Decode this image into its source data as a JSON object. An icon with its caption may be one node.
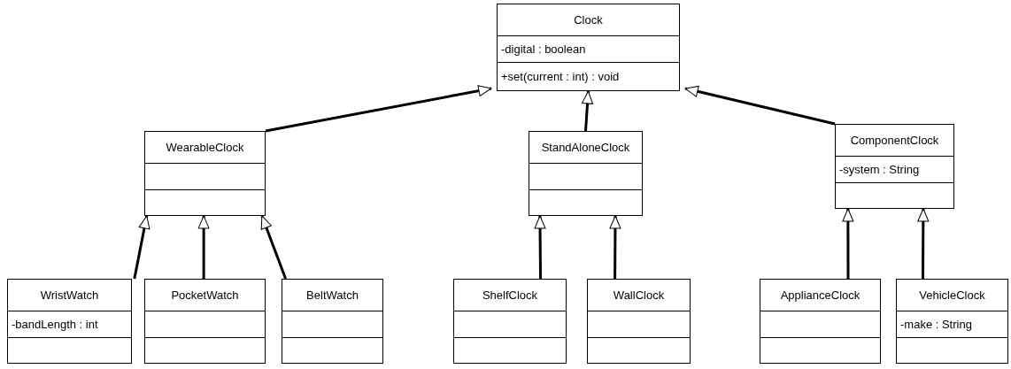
{
  "diagram": {
    "nodes": [
      {
        "text": [
          "Clock",
          "-digital : boolean",
          "+set(current : int) : void"
        ]
      },
      {
        "text": [
          "WearableClock"
        ]
      },
      {
        "text": [
          "StandAloneClock"
        ]
      },
      {
        "text": [
          "ComponentClock",
          "-system : String"
        ]
      },
      {
        "text": [
          "WristWatch",
          "-bandLength : int"
        ]
      },
      {
        "text": [
          "PocketWatch"
        ]
      },
      {
        "text": [
          "BeltWatch"
        ]
      },
      {
        "text": [
          "ShelfClock"
        ]
      },
      {
        "text": [
          "WallClock"
        ]
      },
      {
        "text": [
          "ApplianceClock"
        ]
      },
      {
        "text": [
          "VehicleClock",
          "-make : String"
        ]
      }
    ],
    "edges": [
      {
        "from": 1,
        "to": 0,
        "arrow": "to"
      },
      {
        "from": 2,
        "to": 0,
        "arrow": "to"
      },
      {
        "from": 3,
        "to": 0,
        "arrow": "to"
      },
      {
        "from": 4,
        "to": 1,
        "arrow": "to"
      },
      {
        "from": 5,
        "to": 1,
        "arrow": "to"
      },
      {
        "from": 6,
        "to": 1,
        "arrow": "to"
      },
      {
        "from": 7,
        "to": 2,
        "arrow": "to"
      },
      {
        "from": 8,
        "to": 2,
        "arrow": "to"
      },
      {
        "from": 9,
        "to": 3,
        "arrow": "to"
      },
      {
        "from": 10,
        "to": 3,
        "arrow": "to"
      }
    ]
  }
}
